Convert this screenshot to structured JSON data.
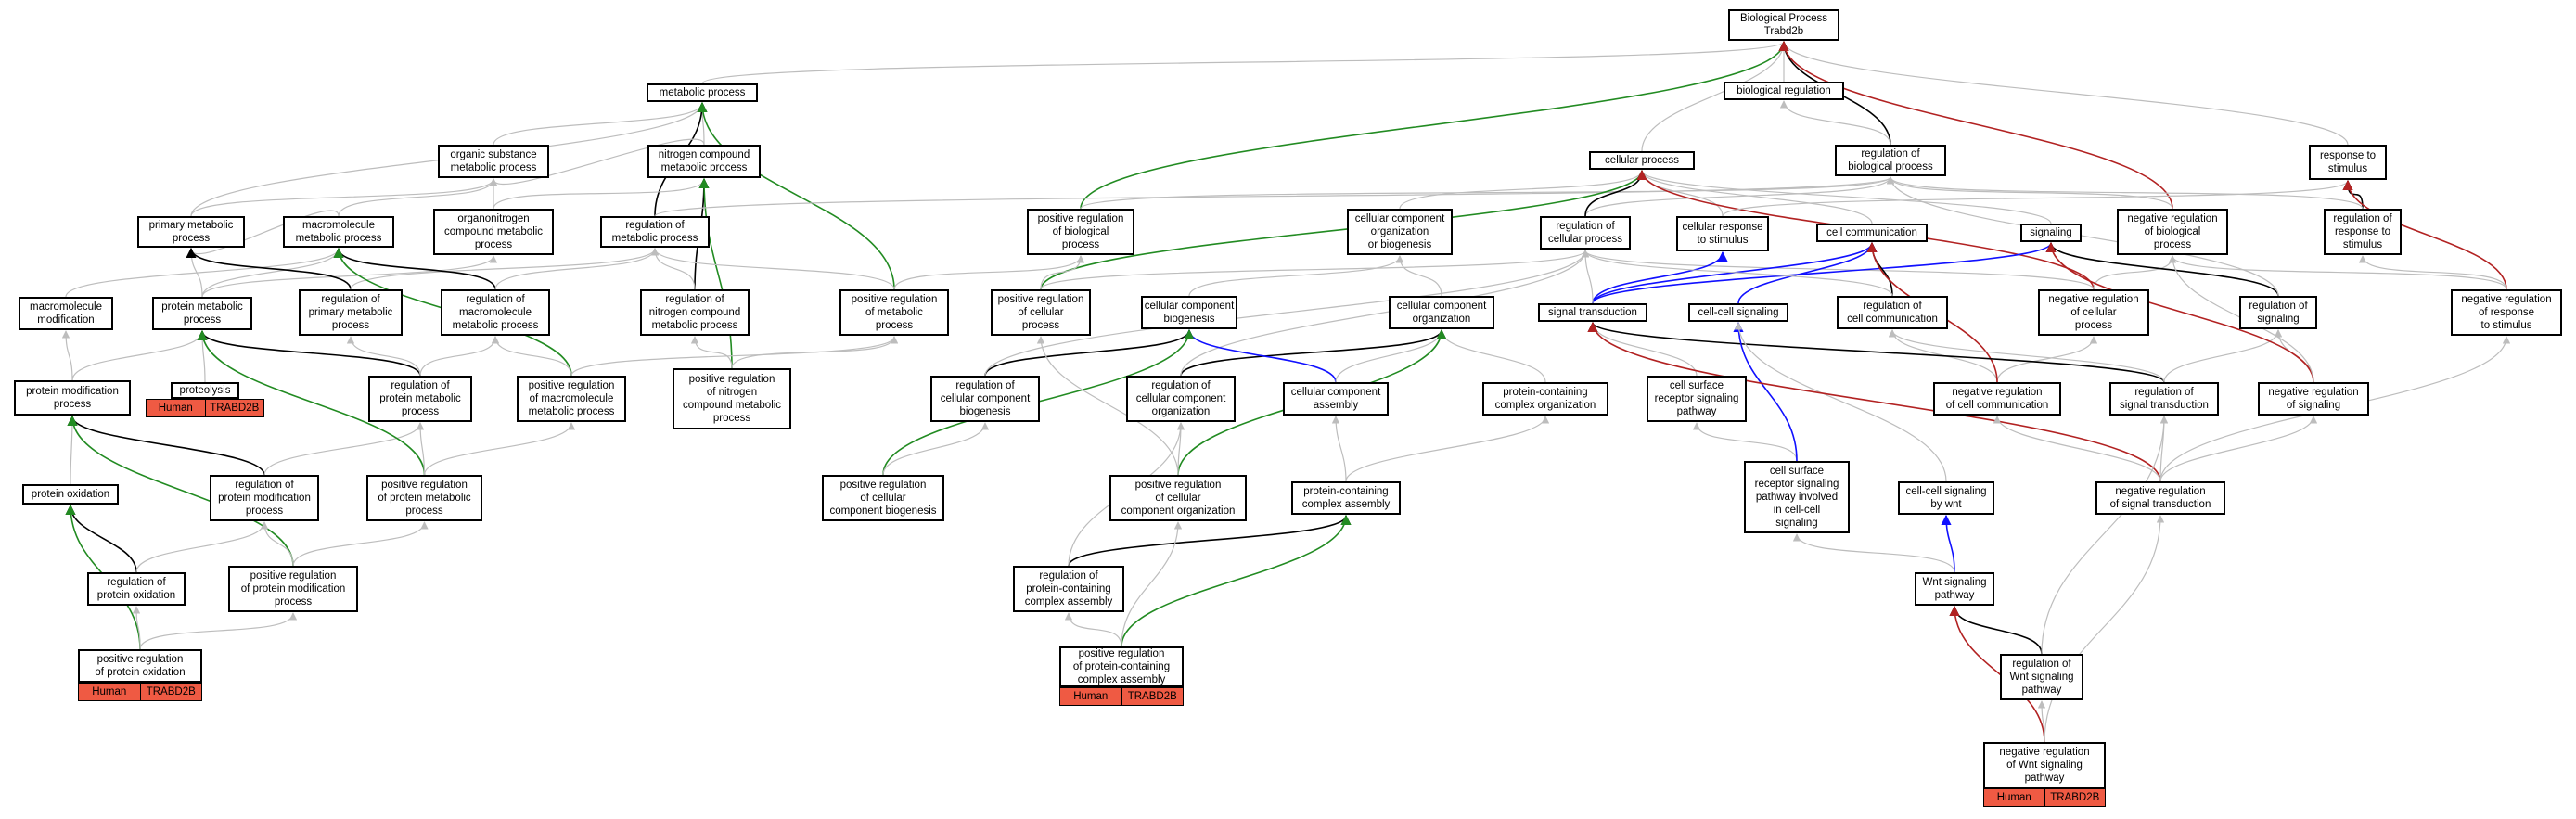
{
  "nodes": [
    {
      "id": "bp",
      "label": "Biological Process\nTrabd2b"
    },
    {
      "id": "metabolic",
      "label": "metabolic process"
    },
    {
      "id": "bioreg",
      "label": "biological regulation"
    },
    {
      "id": "organic",
      "label": "organic substance\nmetabolic process"
    },
    {
      "id": "nitrogen",
      "label": "nitrogen compound\nmetabolic process"
    },
    {
      "id": "cellproc",
      "label": "cellular process"
    },
    {
      "id": "regbio",
      "label": "regulation of\nbiological process"
    },
    {
      "id": "resp",
      "label": "response to\nstimulus"
    },
    {
      "id": "primary",
      "label": "primary metabolic\nprocess"
    },
    {
      "id": "macromol",
      "label": "macromolecule\nmetabolic process"
    },
    {
      "id": "organonitrogen",
      "label": "organonitrogen\ncompound metabolic\nprocess"
    },
    {
      "id": "regmet",
      "label": "regulation of\nmetabolic process"
    },
    {
      "id": "posregbio",
      "label": "positive regulation\nof biological\nprocess"
    },
    {
      "id": "ccob",
      "label": "cellular component\norganization\nor biogenesis"
    },
    {
      "id": "regcell",
      "label": "regulation of\ncellular process"
    },
    {
      "id": "cellresp",
      "label": "cellular response\nto stimulus"
    },
    {
      "id": "cellcomm",
      "label": "cell communication"
    },
    {
      "id": "signaling",
      "label": "signaling"
    },
    {
      "id": "negregbio",
      "label": "negative regulation\nof biological\nprocess"
    },
    {
      "id": "regresp",
      "label": "regulation of\nresponse to\nstimulus"
    },
    {
      "id": "macromod",
      "label": "macromolecule\nmodification"
    },
    {
      "id": "protmet",
      "label": "protein metabolic\nprocess"
    },
    {
      "id": "regprimet",
      "label": "regulation of\nprimary metabolic\nprocess"
    },
    {
      "id": "regmacro",
      "label": "regulation of\nmacromolecule\nmetabolic process"
    },
    {
      "id": "regnitro",
      "label": "regulation of\nnitrogen compound\nmetabolic process"
    },
    {
      "id": "posregmet",
      "label": "positive regulation\nof metabolic\nprocess"
    },
    {
      "id": "posregcell",
      "label": "positive regulation\nof cellular\nprocess"
    },
    {
      "id": "ccbiogen",
      "label": "cellular component\nbiogenesis"
    },
    {
      "id": "ccorg",
      "label": "cellular component\norganization"
    },
    {
      "id": "sigtrans",
      "label": "signal transduction"
    },
    {
      "id": "cellcellsig",
      "label": "cell-cell signaling"
    },
    {
      "id": "regcellcomm",
      "label": "regulation of\ncell communication"
    },
    {
      "id": "negregcell",
      "label": "negative regulation\nof cellular\nprocess"
    },
    {
      "id": "regsig",
      "label": "regulation of\nsignaling"
    },
    {
      "id": "negregresp",
      "label": "negative regulation\nof response\nto stimulus"
    },
    {
      "id": "protmod",
      "label": "protein modification\nprocess"
    },
    {
      "id": "proteolysis",
      "label": "proteolysis"
    },
    {
      "id": "regprotmet",
      "label": "regulation of\nprotein metabolic\nprocess"
    },
    {
      "id": "posregmacro",
      "label": "positive regulation\nof macromolecule\nmetabolic process"
    },
    {
      "id": "posregnitro",
      "label": "positive regulation\nof nitrogen\ncompound metabolic\nprocess"
    },
    {
      "id": "regccbiogen",
      "label": "regulation of\ncellular component\nbiogenesis"
    },
    {
      "id": "regccorg",
      "label": "regulation of\ncellular component\norganization"
    },
    {
      "id": "ccassembly",
      "label": "cellular component\nassembly"
    },
    {
      "id": "pcorg",
      "label": "protein-containing\ncomplex organization"
    },
    {
      "id": "cellsurf",
      "label": "cell surface\nreceptor signaling\npathway"
    },
    {
      "id": "negregcellcomm",
      "label": "negative regulation\nof cell communication"
    },
    {
      "id": "regsigtrans",
      "label": "regulation of\nsignal transduction"
    },
    {
      "id": "negregsig",
      "label": "negative regulation\nof signaling"
    },
    {
      "id": "protox",
      "label": "protein oxidation"
    },
    {
      "id": "regprotmod",
      "label": "regulation of\nprotein modification\nprocess"
    },
    {
      "id": "posregprotmet",
      "label": "positive regulation\nof protein metabolic\nprocess"
    },
    {
      "id": "posregccbiogen",
      "label": "positive regulation\nof cellular\ncomponent biogenesis"
    },
    {
      "id": "posregccorg",
      "label": "positive regulation\nof cellular\ncomponent organization"
    },
    {
      "id": "pcassembly",
      "label": "protein-containing\ncomplex assembly"
    },
    {
      "id": "cellsurfwnt",
      "label": "cell surface\nreceptor signaling\npathway involved\nin cell-cell\nsignaling"
    },
    {
      "id": "ccsigwnt",
      "label": "cell-cell signaling\nby wnt"
    },
    {
      "id": "negregsigtrans",
      "label": "negative regulation\nof signal transduction"
    },
    {
      "id": "regprotox",
      "label": "regulation of\nprotein oxidation"
    },
    {
      "id": "posregprotmod",
      "label": "positive regulation\nof protein modification\nprocess"
    },
    {
      "id": "regpcassembly",
      "label": "regulation of\nprotein-containing\ncomplex assembly"
    },
    {
      "id": "wnt",
      "label": "Wnt signaling\npathway"
    },
    {
      "id": "posregprotox",
      "label": "positive regulation\nof protein oxidation"
    },
    {
      "id": "posregpcassembly",
      "label": "positive regulation\nof protein-containing\ncomplex assembly"
    },
    {
      "id": "regwnt",
      "label": "regulation of\nWnt signaling\npathway"
    },
    {
      "id": "negregwnt",
      "label": "negative regulation\nof Wnt signaling\npathway"
    }
  ],
  "gene_labels": [
    {
      "node": "proteolysis",
      "species": "Human",
      "gene": "TRABD2B"
    },
    {
      "node": "posregprotox",
      "species": "Human",
      "gene": "TRABD2B"
    },
    {
      "node": "posregpcassembly",
      "species": "Human",
      "gene": "TRABD2B"
    },
    {
      "node": "negregwnt",
      "species": "Human",
      "gene": "TRABD2B"
    }
  ],
  "edge_colors": {
    "is_a": "#bdbdbd",
    "part_of": "#000000",
    "positively_regulates": "#228b22",
    "negatively_regulates": "#b22222",
    "occurs_in": "#1010ff"
  },
  "edges": [
    [
      "metabolic",
      "bp",
      "is_a"
    ],
    [
      "bioreg",
      "bp",
      "is_a"
    ],
    [
      "cellproc",
      "bp",
      "is_a"
    ],
    [
      "regbio",
      "bp",
      "part_of"
    ],
    [
      "resp",
      "bp",
      "is_a"
    ],
    [
      "posregbio",
      "bp",
      "positively_regulates"
    ],
    [
      "negregbio",
      "bp",
      "negatively_regulates"
    ],
    [
      "regbio",
      "bioreg",
      "is_a"
    ],
    [
      "organic",
      "metabolic",
      "is_a"
    ],
    [
      "nitrogen",
      "metabolic",
      "is_a"
    ],
    [
      "primary",
      "metabolic",
      "is_a"
    ],
    [
      "regmet",
      "metabolic",
      "part_of"
    ],
    [
      "posregmet",
      "metabolic",
      "positively_regulates"
    ],
    [
      "nitrogen",
      "organic",
      "is_a"
    ],
    [
      "primary",
      "organic",
      "is_a"
    ],
    [
      "macromol",
      "organic",
      "is_a"
    ],
    [
      "organonitrogen",
      "nitrogen",
      "is_a"
    ],
    [
      "regnitro",
      "nitrogen",
      "part_of"
    ],
    [
      "posregnitro",
      "nitrogen",
      "positively_regulates"
    ],
    [
      "macromol",
      "primary",
      "is_a"
    ],
    [
      "organonitrogen",
      "organic",
      "is_a"
    ],
    [
      "regmet",
      "regbio",
      "is_a"
    ],
    [
      "posregbio",
      "regbio",
      "is_a"
    ],
    [
      "negregbio",
      "regbio",
      "is_a"
    ],
    [
      "regcell",
      "regbio",
      "is_a"
    ],
    [
      "regcell",
      "cellproc",
      "part_of"
    ],
    [
      "cellresp",
      "cellproc",
      "is_a"
    ],
    [
      "cellcomm",
      "cellproc",
      "is_a"
    ],
    [
      "signaling",
      "cellproc",
      "is_a"
    ],
    [
      "ccob",
      "cellproc",
      "is_a"
    ],
    [
      "posregcell",
      "cellproc",
      "positively_regulates"
    ],
    [
      "negregcell",
      "cellproc",
      "negatively_regulates"
    ],
    [
      "cellresp",
      "resp",
      "is_a"
    ],
    [
      "regresp",
      "resp",
      "part_of"
    ],
    [
      "regresp",
      "regbio",
      "is_a"
    ],
    [
      "negregresp",
      "resp",
      "negatively_regulates"
    ],
    [
      "negregresp",
      "negregbio",
      "is_a"
    ],
    [
      "negregresp",
      "regresp",
      "is_a"
    ],
    [
      "protmet",
      "primary",
      "is_a"
    ],
    [
      "protmet",
      "macromol",
      "is_a"
    ],
    [
      "protmet",
      "organonitrogen",
      "is_a"
    ],
    [
      "macromod",
      "macromol",
      "is_a"
    ],
    [
      "regprimet",
      "primary",
      "part_of"
    ],
    [
      "regprimet",
      "regmet",
      "is_a"
    ],
    [
      "regmacro",
      "macromol",
      "part_of"
    ],
    [
      "regmacro",
      "regmet",
      "is_a"
    ],
    [
      "regnitro",
      "regmet",
      "is_a"
    ],
    [
      "posregmet",
      "regmet",
      "is_a"
    ],
    [
      "posregmet",
      "posregbio",
      "is_a"
    ],
    [
      "posregcell",
      "posregbio",
      "is_a"
    ],
    [
      "posregcell",
      "regcell",
      "is_a"
    ],
    [
      "negregcell",
      "negregbio",
      "is_a"
    ],
    [
      "negregcell",
      "regcell",
      "is_a"
    ],
    [
      "ccbiogen",
      "ccob",
      "is_a"
    ],
    [
      "ccorg",
      "ccob",
      "is_a"
    ],
    [
      "sigtrans",
      "cellresp",
      "occurs_in"
    ],
    [
      "sigtrans",
      "cellcomm",
      "occurs_in"
    ],
    [
      "sigtrans",
      "signaling",
      "occurs_in"
    ],
    [
      "sigtrans",
      "regcell",
      "is_a"
    ],
    [
      "cellcellsig",
      "cellcomm",
      "occurs_in"
    ],
    [
      "regcellcomm",
      "cellcomm",
      "part_of"
    ],
    [
      "regcellcomm",
      "regcell",
      "is_a"
    ],
    [
      "regsig",
      "signaling",
      "part_of"
    ],
    [
      "regsig",
      "regbio",
      "is_a"
    ],
    [
      "protmod",
      "macromod",
      "is_a"
    ],
    [
      "protmod",
      "protmet",
      "is_a"
    ],
    [
      "proteolysis",
      "protmet",
      "is_a"
    ],
    [
      "regprotmet",
      "protmet",
      "part_of"
    ],
    [
      "regprotmet",
      "regprimet",
      "is_a"
    ],
    [
      "regprotmet",
      "regmacro",
      "is_a"
    ],
    [
      "posregmacro",
      "macromol",
      "positively_regulates"
    ],
    [
      "posregmacro",
      "regmacro",
      "is_a"
    ],
    [
      "posregmacro",
      "posregmet",
      "is_a"
    ],
    [
      "posregnitro",
      "regnitro",
      "is_a"
    ],
    [
      "posregnitro",
      "posregmet",
      "is_a"
    ],
    [
      "regccbiogen",
      "ccbiogen",
      "part_of"
    ],
    [
      "regccbiogen",
      "regcell",
      "is_a"
    ],
    [
      "regccorg",
      "ccorg",
      "part_of"
    ],
    [
      "regccorg",
      "regcell",
      "is_a"
    ],
    [
      "ccassembly",
      "ccbiogen",
      "occurs_in"
    ],
    [
      "ccassembly",
      "ccorg",
      "is_a"
    ],
    [
      "pcorg",
      "ccorg",
      "is_a"
    ],
    [
      "cellsurf",
      "sigtrans",
      "is_a"
    ],
    [
      "negregcellcomm",
      "regcellcomm",
      "is_a"
    ],
    [
      "negregcellcomm",
      "negregcell",
      "is_a"
    ],
    [
      "negregcellcomm",
      "cellcomm",
      "negatively_regulates"
    ],
    [
      "regsigtrans",
      "sigtrans",
      "part_of"
    ],
    [
      "regsigtrans",
      "regsig",
      "is_a"
    ],
    [
      "regsigtrans",
      "regcellcomm",
      "is_a"
    ],
    [
      "negregsig",
      "regsig",
      "is_a"
    ],
    [
      "negregsig",
      "signaling",
      "negatively_regulates"
    ],
    [
      "negregsig",
      "negregbio",
      "is_a"
    ],
    [
      "protox",
      "protmod",
      "is_a"
    ],
    [
      "regprotmod",
      "protmod",
      "part_of"
    ],
    [
      "regprotmod",
      "regprotmet",
      "is_a"
    ],
    [
      "posregprotmet",
      "protmet",
      "positively_regulates"
    ],
    [
      "posregprotmet",
      "regprotmet",
      "is_a"
    ],
    [
      "posregprotmet",
      "posregmacro",
      "is_a"
    ],
    [
      "posregccbiogen",
      "ccbiogen",
      "positively_regulates"
    ],
    [
      "posregccbiogen",
      "regccbiogen",
      "is_a"
    ],
    [
      "posregccorg",
      "ccorg",
      "positively_regulates"
    ],
    [
      "posregccorg",
      "regccorg",
      "is_a"
    ],
    [
      "posregccorg",
      "posregcell",
      "is_a"
    ],
    [
      "pcassembly",
      "ccassembly",
      "is_a"
    ],
    [
      "pcassembly",
      "pcorg",
      "is_a"
    ],
    [
      "cellsurfwnt",
      "cellsurf",
      "is_a"
    ],
    [
      "cellsurfwnt",
      "cellcellsig",
      "occurs_in"
    ],
    [
      "ccsigwnt",
      "cellcellsig",
      "is_a"
    ],
    [
      "negregsigtrans",
      "sigtrans",
      "negatively_regulates"
    ],
    [
      "negregsigtrans",
      "regsigtrans",
      "is_a"
    ],
    [
      "negregsigtrans",
      "negregsig",
      "is_a"
    ],
    [
      "negregsigtrans",
      "negregcellcomm",
      "is_a"
    ],
    [
      "negregsigtrans",
      "negregresp",
      "is_a"
    ],
    [
      "regprotox",
      "protox",
      "part_of"
    ],
    [
      "regprotox",
      "regprotmod",
      "is_a"
    ],
    [
      "posregprotmod",
      "protmod",
      "positively_regulates"
    ],
    [
      "posregprotmod",
      "regprotmod",
      "is_a"
    ],
    [
      "posregprotmod",
      "posregprotmet",
      "is_a"
    ],
    [
      "regpcassembly",
      "pcassembly",
      "part_of"
    ],
    [
      "regpcassembly",
      "regccorg",
      "is_a"
    ],
    [
      "wnt",
      "ccsigwnt",
      "occurs_in"
    ],
    [
      "wnt",
      "cellsurfwnt",
      "is_a"
    ],
    [
      "posregprotox",
      "protox",
      "positively_regulates"
    ],
    [
      "posregprotox",
      "regprotox",
      "is_a"
    ],
    [
      "posregprotox",
      "posregprotmod",
      "is_a"
    ],
    [
      "posregpcassembly",
      "pcassembly",
      "positively_regulates"
    ],
    [
      "posregpcassembly",
      "regpcassembly",
      "is_a"
    ],
    [
      "posregpcassembly",
      "posregccorg",
      "is_a"
    ],
    [
      "regwnt",
      "wnt",
      "part_of"
    ],
    [
      "regwnt",
      "regsigtrans",
      "is_a"
    ],
    [
      "negregwnt",
      "wnt",
      "negatively_regulates"
    ],
    [
      "negregwnt",
      "regwnt",
      "is_a"
    ],
    [
      "negregwnt",
      "negregsigtrans",
      "is_a"
    ]
  ]
}
